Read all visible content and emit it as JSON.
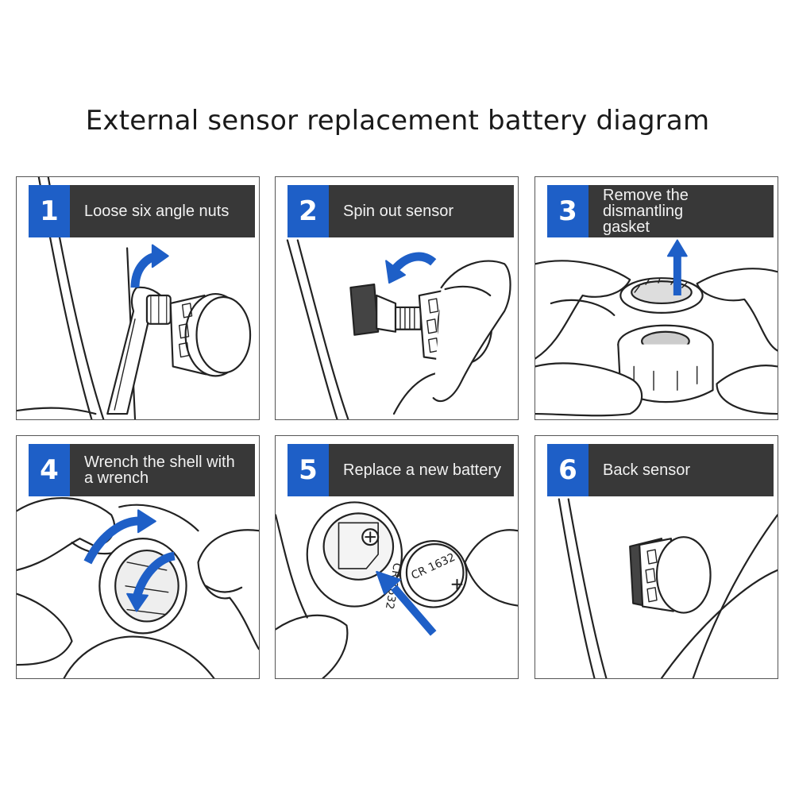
{
  "title": "External sensor replacement battery diagram",
  "colors": {
    "accent_blue": "#1e5fc7",
    "header_dark": "#383838",
    "line_art": "#222222"
  },
  "steps": [
    {
      "number": "1",
      "label": "Loose six angle nuts",
      "illustration": "wrench-loosening-nut"
    },
    {
      "number": "2",
      "label": "Spin out sensor",
      "illustration": "unscrewing-sensor"
    },
    {
      "number": "3",
      "label": "Remove the dismantling\ngasket",
      "illustration": "removing-gasket"
    },
    {
      "number": "4",
      "label": "Wrench the shell with\na wrench",
      "illustration": "twisting-shell"
    },
    {
      "number": "5",
      "label": "Replace a new battery",
      "illustration": "battery-replacement",
      "battery_text": "CR 1632"
    },
    {
      "number": "6",
      "label": "Back sensor",
      "illustration": "sensor-on-valve"
    }
  ]
}
